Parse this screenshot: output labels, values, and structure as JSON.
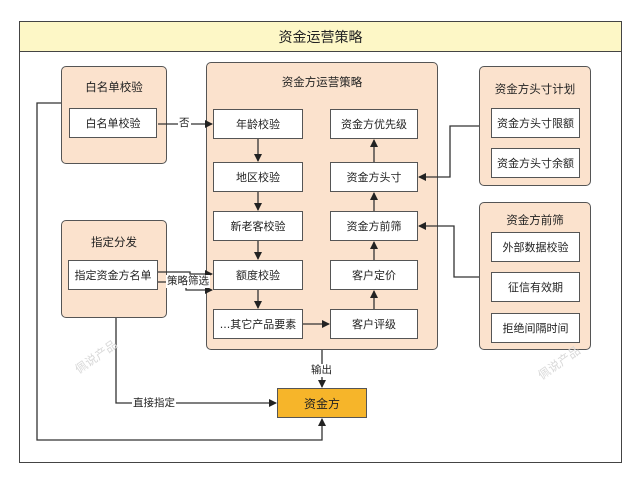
{
  "title": "资金运营策略",
  "whitelist": {
    "title": "白名单校验",
    "box": "白名单校验"
  },
  "designate": {
    "title": "指定分发",
    "box": "指定资金方名单"
  },
  "strategy": {
    "title": "资金方运营策略",
    "left": [
      "年龄校验",
      "地区校验",
      "新老客校验",
      "额度校验",
      "...其它产品要素"
    ],
    "right": [
      "资金方优先级",
      "资金方头寸",
      "资金方前筛",
      "客户定价",
      "客户评级"
    ]
  },
  "position_plan": {
    "title": "资金方头寸计划",
    "items": [
      "资金方头寸限额",
      "资金方头寸余额"
    ]
  },
  "prescreen": {
    "title": "资金方前筛",
    "items": [
      "外部数据校验",
      "征信有效期",
      "拒绝间隔时间"
    ]
  },
  "final": "资金方",
  "edge_labels": {
    "no": "否",
    "filter": "策略筛选",
    "output": "输出",
    "direct": "直接指定"
  },
  "watermark": "佩说产品"
}
